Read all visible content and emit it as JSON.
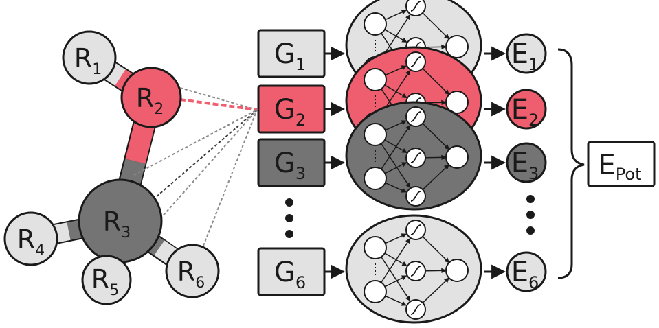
{
  "colors": {
    "light": "#e2e2e2",
    "pink": "#ef5e6e",
    "dark": "#747474",
    "stroke": "#1a1a1a",
    "dash_grey": "#8a8a8a",
    "dash_dark": "#3a3a3a",
    "neuron": "#ffffff"
  },
  "atoms": {
    "r1": {
      "base": "R",
      "sub": "1"
    },
    "r2": {
      "base": "R",
      "sub": "2"
    },
    "r3": {
      "base": "R",
      "sub": "3"
    },
    "r4": {
      "base": "R",
      "sub": "4"
    },
    "r5": {
      "base": "R",
      "sub": "5"
    },
    "r6": {
      "base": "R",
      "sub": "6"
    }
  },
  "descriptors": {
    "g1": {
      "base": "G",
      "sub": "1"
    },
    "g2": {
      "base": "G",
      "sub": "2"
    },
    "g3": {
      "base": "G",
      "sub": "3"
    },
    "g6": {
      "base": "G",
      "sub": "6"
    }
  },
  "energies": {
    "e1": {
      "base": "E",
      "sub": "1"
    },
    "e2": {
      "base": "E",
      "sub": "2"
    },
    "e3": {
      "base": "E",
      "sub": "3"
    },
    "e6": {
      "base": "E",
      "sub": "6"
    }
  },
  "total": {
    "base": "E",
    "sub": "Pot"
  },
  "activation_icon": "sigmoid-icon",
  "ellipsis_icon": "vertical-dots-icon"
}
